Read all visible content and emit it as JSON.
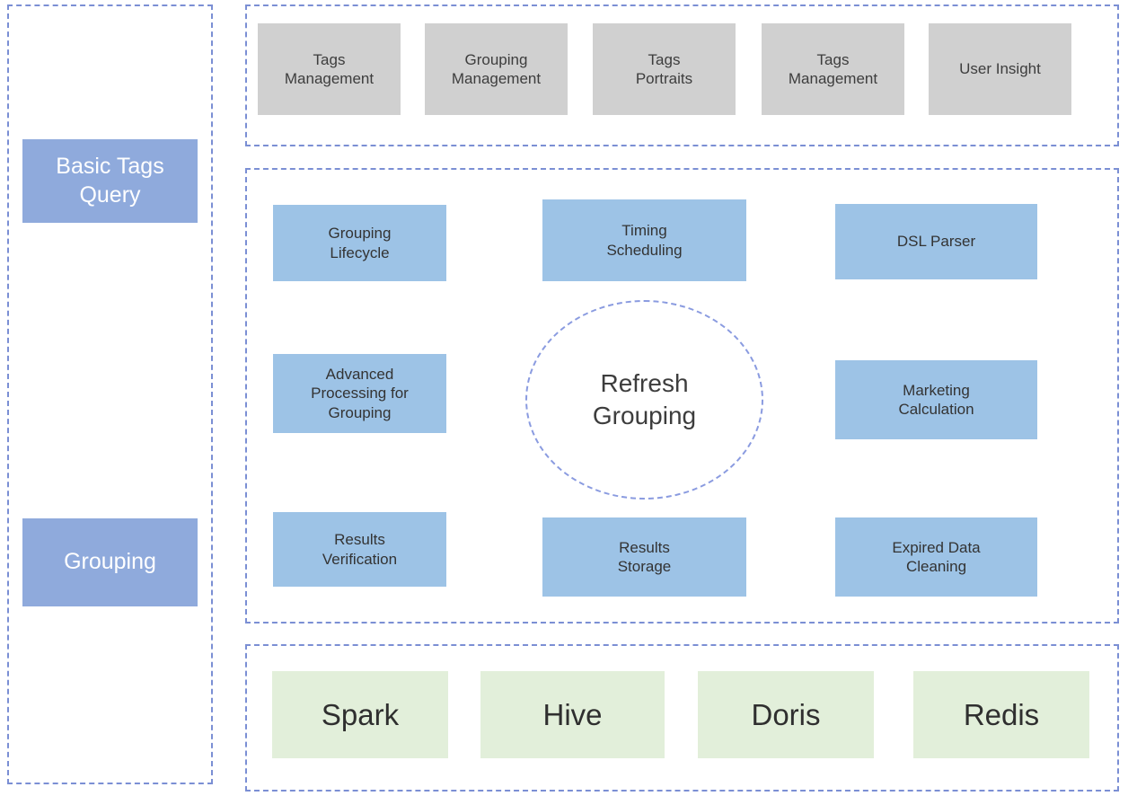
{
  "diagram": {
    "palette": {
      "stage_blue": "#8FAADC",
      "capability_blue": "#9DC3E6",
      "application_gray": "#D0D0D0",
      "storage_green": "#E2EFDA",
      "region_border_blue": "#7B8FD4",
      "circle_border_blue": "#8A9BE0",
      "canvas_white": "#FFFFFF"
    },
    "sidebar": {
      "stages": [
        {
          "label": "Basic Tags\nQuery"
        },
        {
          "label": "Grouping"
        }
      ]
    },
    "application_layer": {
      "boxes": [
        {
          "label": "Tags\nManagement"
        },
        {
          "label": "Grouping\nManagement"
        },
        {
          "label": "Tags\nPortraits"
        },
        {
          "label": "Tags\nManagement"
        },
        {
          "label": "User Insight"
        }
      ]
    },
    "engine_layer": {
      "center": {
        "label": "Refresh\nGrouping"
      },
      "boxes": [
        {
          "label": "Grouping\nLifecycle"
        },
        {
          "label": "Timing\nScheduling"
        },
        {
          "label": "DSL Parser"
        },
        {
          "label": "Advanced\nProcessing for\nGrouping"
        },
        {
          "label": "Marketing\nCalculation"
        },
        {
          "label": "Results\nVerification"
        },
        {
          "label": "Results\nStorage"
        },
        {
          "label": "Expired Data\nCleaning"
        }
      ]
    },
    "storage_layer": {
      "boxes": [
        {
          "label": "Spark"
        },
        {
          "label": "Hive"
        },
        {
          "label": "Doris"
        },
        {
          "label": "Redis"
        }
      ]
    }
  }
}
